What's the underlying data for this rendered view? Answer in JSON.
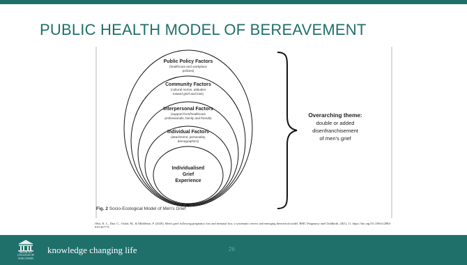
{
  "slide": {
    "title": "PUBLIC HEALTH MODEL OF BEREAVEMENT",
    "page_number": "26",
    "tagline": "knowledge changing life",
    "logo_text": "MEDICAL COLLEGE OF WISCONSIN"
  },
  "diagram": {
    "rings": [
      {
        "title": "Public Policy Factors",
        "sub": [
          "(healthcare and workplace",
          "policies)"
        ]
      },
      {
        "title": "Community Factors",
        "sub": [
          "(cultural norms, attitudes",
          "toward grief and loss)"
        ]
      },
      {
        "title": "Interpersonal Factors",
        "sub": [
          "(support from/healthcare",
          "professionals, family and friends)"
        ]
      },
      {
        "title": "Individual Factors",
        "sub": [
          "(attachment, personality,",
          "demographics)"
        ]
      },
      {
        "title": "Individualised Grief Experience",
        "lines": [
          "Individualised",
          "Grief",
          "Experience"
        ]
      }
    ],
    "theme": {
      "heading": "Overarching theme:",
      "lines": [
        "double or added",
        "disenfranchisement",
        "of men's grief"
      ]
    },
    "caption_label": "Fig. 2",
    "caption_text": "Socio-Ecological Model of Men's Grief"
  },
  "citation": "Obst, K. L., Due, C., Oxlad, M., & Middleton, P. (2020). Men's grief following pregnancy loss and neonatal loss: a systematic review and emerging theoretical model. BMC Pregnancy and Childbirth, 20(1), 11. https://doi.org/10.1186/s12884-019-2677-9",
  "colors": {
    "accent": "#1f6f6a",
    "footer_bg": "#1f6f6a"
  }
}
